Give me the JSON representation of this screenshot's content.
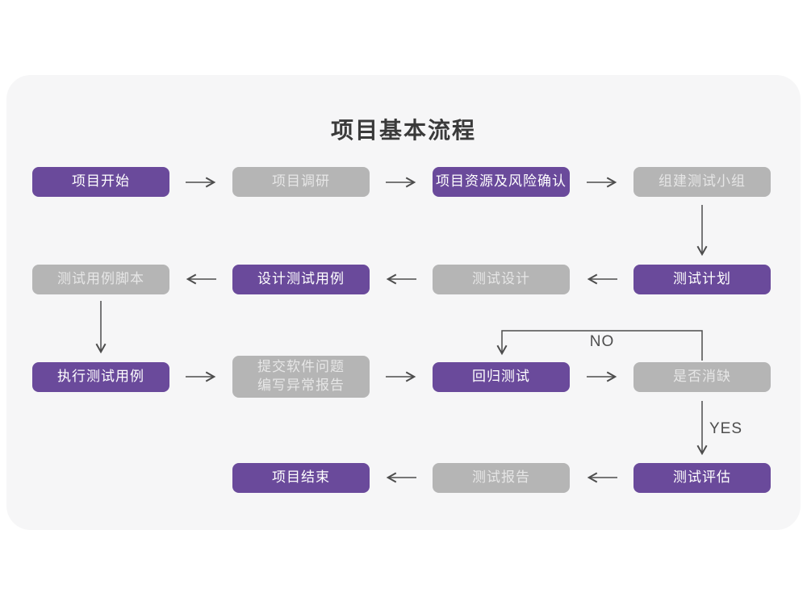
{
  "title": "项目基本流程",
  "labels": {
    "no": "NO",
    "yes": "YES"
  },
  "colors": {
    "node_purple": "#6a4a9b",
    "node_gray": "#b5b5b5",
    "card_background": "#f6f6f7",
    "arrow": "#4d4d4d",
    "gray_node_text": "#e6e6e6",
    "purple_node_text": "#ffffff"
  },
  "nodes": [
    {
      "id": "project-start",
      "label": "项目开始",
      "variant": "purple"
    },
    {
      "id": "project-research",
      "label": "项目调研",
      "variant": "gray"
    },
    {
      "id": "resource-risk-confirm",
      "label": "项目资源及风险确认",
      "variant": "purple"
    },
    {
      "id": "build-test-team",
      "label": "组建测试小组",
      "variant": "gray"
    },
    {
      "id": "test-plan",
      "label": "测试计划",
      "variant": "purple"
    },
    {
      "id": "test-design",
      "label": "测试设计",
      "variant": "gray"
    },
    {
      "id": "design-test-cases",
      "label": "设计测试用例",
      "variant": "purple"
    },
    {
      "id": "test-case-script",
      "label": "测试用例脚本",
      "variant": "gray"
    },
    {
      "id": "execute-test-cases",
      "label": "执行测试用例",
      "variant": "purple"
    },
    {
      "id": "submit-issues-report",
      "label": "提交软件问题\n编写异常报告",
      "variant": "gray"
    },
    {
      "id": "regression-test",
      "label": "回归测试",
      "variant": "purple"
    },
    {
      "id": "defect-resolved",
      "label": "是否消缺",
      "variant": "gray"
    },
    {
      "id": "test-evaluation",
      "label": "测试评估",
      "variant": "purple"
    },
    {
      "id": "test-report",
      "label": "测试报告",
      "variant": "gray"
    },
    {
      "id": "project-end",
      "label": "项目结束",
      "variant": "purple"
    }
  ]
}
